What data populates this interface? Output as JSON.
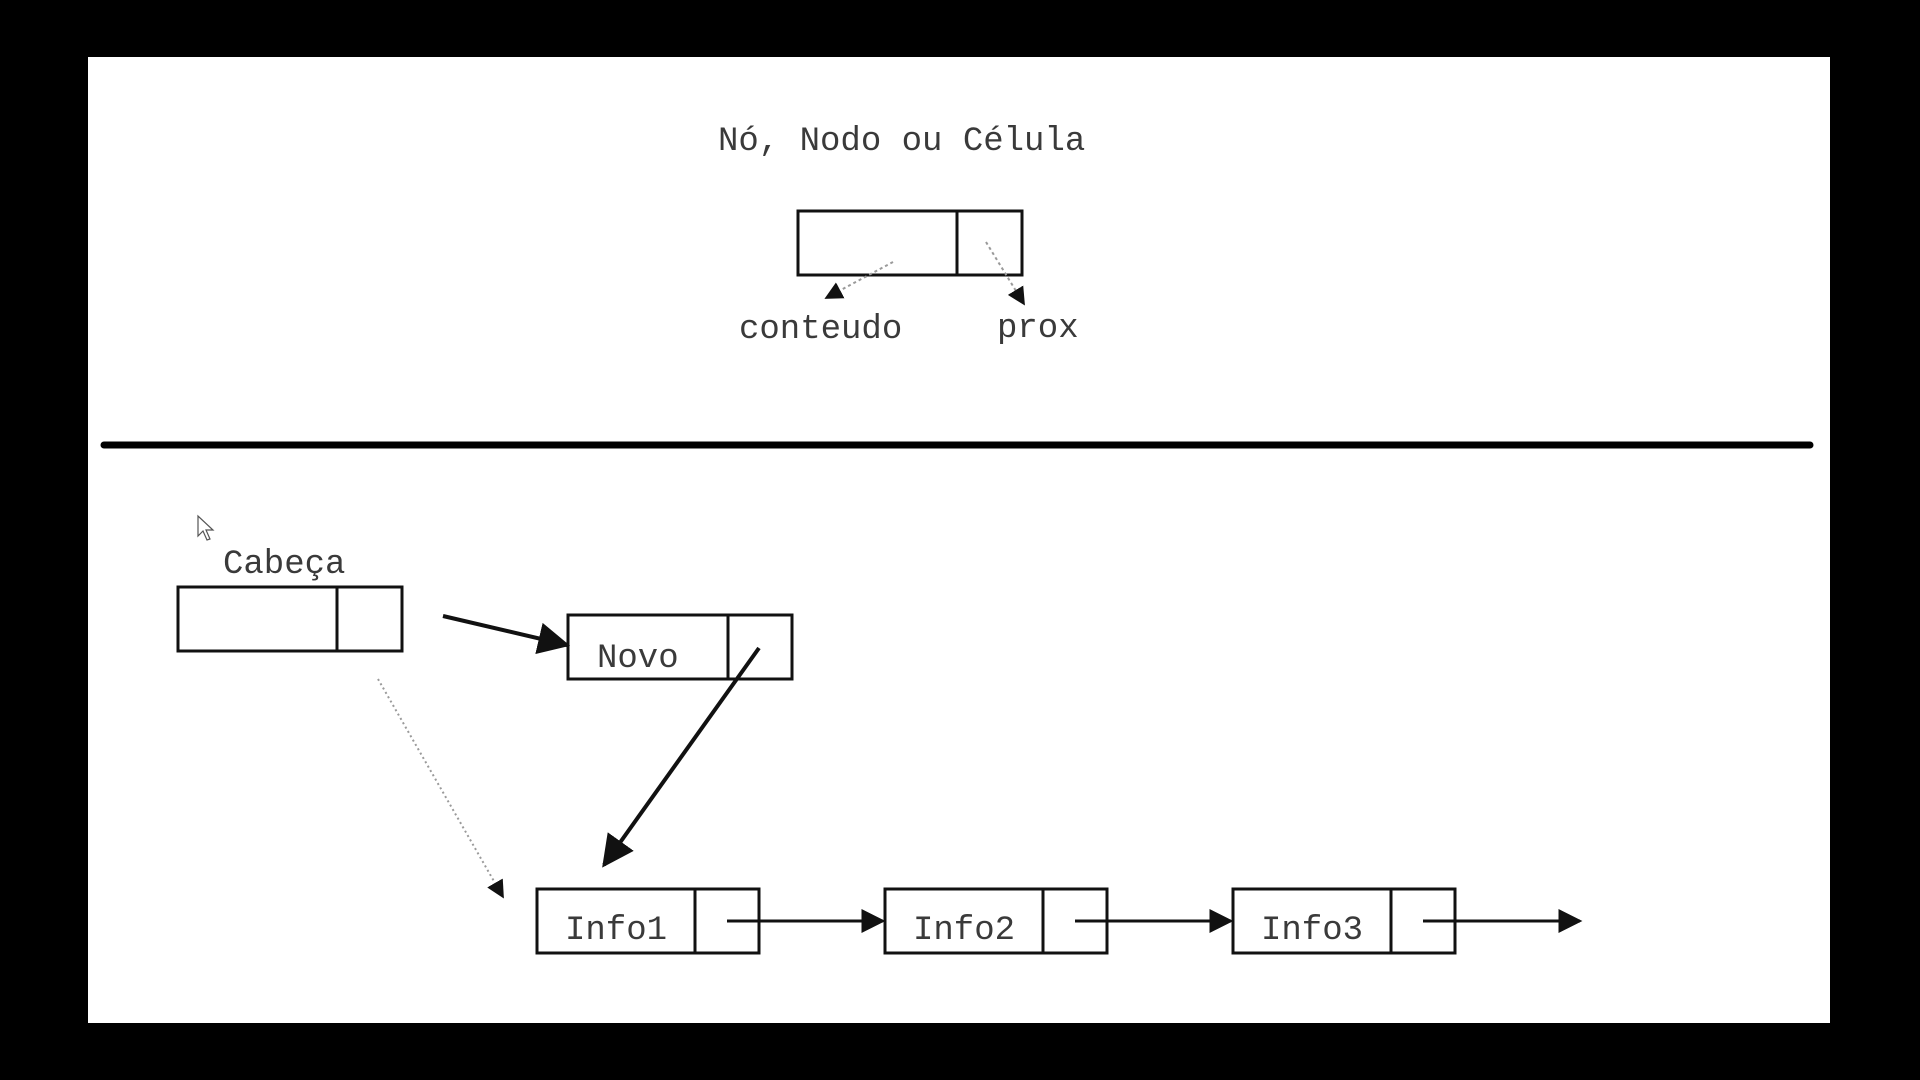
{
  "colors": {
    "frame": "#000000",
    "slide": "#ffffff",
    "stroke": "#111111",
    "text": "#3a3a3a",
    "dotted": "#9a9a9a"
  },
  "top": {
    "title": "Nó, Nodo ou Célula",
    "label_content": "conteudo",
    "label_next": "prox"
  },
  "bottom": {
    "head_label": "Cabeça",
    "new_node": "Novo",
    "nodes": [
      "Info1",
      "Info2",
      "Info3"
    ]
  }
}
